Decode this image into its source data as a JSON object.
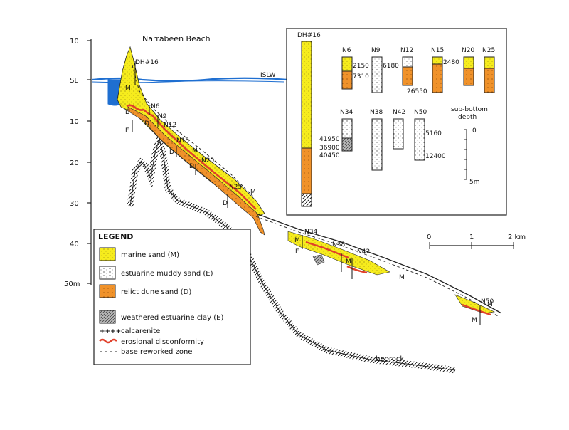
{
  "colors": {
    "marine_sand": "#f6ec1d",
    "relict_dune_sand": "#f0922a",
    "water": "#1f6fd1",
    "disconformity": "#e0402a",
    "bedrock": "#333333",
    "weathered_clay": "#9a9a9a"
  },
  "place": {
    "name": "Narrabeen Beach",
    "sea_level_label": "ISLW"
  },
  "depth_axis": {
    "ticks": [
      "10",
      "SL",
      "10",
      "20",
      "30",
      "40",
      "50m"
    ]
  },
  "boreholes": [
    "DH#16",
    "N6",
    "N9",
    "N12",
    "N15",
    "N20",
    "N25",
    "N34",
    "N38",
    "N42",
    "N50"
  ],
  "profile_marks": [
    "M",
    "D",
    "D",
    "E",
    "D",
    "D",
    "M",
    "D",
    "M",
    "E",
    "M",
    "M",
    "M",
    "M",
    "M"
  ],
  "bedrock_label": "bedrock",
  "scale_bar": {
    "ticks": [
      "0",
      "1",
      "2 km"
    ]
  },
  "inset": {
    "core_labels": [
      "DH#16",
      "N6",
      "N9",
      "N12",
      "N15",
      "N20",
      "N25",
      "N34",
      "N38",
      "N42",
      "N50"
    ],
    "ages": [
      "2150",
      "7310",
      "6180",
      "26550",
      "2480",
      "41950",
      "36900",
      "40450",
      "5160",
      "12400"
    ],
    "depth_scale_title_1": "sub-bottom",
    "depth_scale_title_2": "depth",
    "depth_scale_top": "0",
    "depth_scale_bottom": "5m"
  },
  "legend": {
    "title": "LEGEND",
    "items": [
      {
        "label": "marine sand (M)",
        "swatch": "marine"
      },
      {
        "label": "estuarine muddy sand (E)",
        "swatch": "estuarine"
      },
      {
        "label": "relict dune sand (D)",
        "swatch": "dune"
      },
      {
        "label": "weathered estuarine clay (E)",
        "swatch": "clay"
      },
      {
        "label": "calcarenite",
        "swatch": "calcarenite"
      },
      {
        "label": "erosional disconformity",
        "swatch": "disconformity"
      },
      {
        "label": "base reworked zone",
        "swatch": "dashed"
      }
    ]
  }
}
